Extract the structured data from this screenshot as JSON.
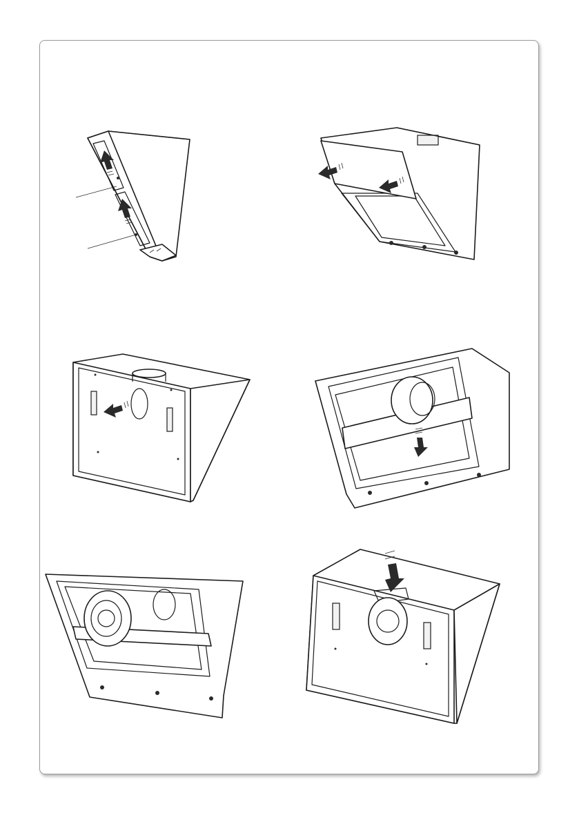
{
  "page": {
    "frame_color": "#9a9a9a",
    "background": "#ffffff",
    "line_color": "#1b1b1b"
  },
  "figures": [
    {
      "id": "fig-1",
      "subject": "hood-filter-removal",
      "icons": [
        "arrow-up-icon",
        "arrow-up-icon"
      ]
    },
    {
      "id": "fig-2",
      "subject": "hood-panel-removal",
      "icons": [
        "arrow-left-icon",
        "arrow-left-icon"
      ]
    },
    {
      "id": "fig-3",
      "subject": "hood-back-panel",
      "icons": [
        "arrow-left-icon"
      ]
    },
    {
      "id": "fig-4",
      "subject": "hood-motor-bracket",
      "icons": [
        "arrow-down-icon"
      ]
    },
    {
      "id": "fig-5",
      "subject": "hood-motor-mounted",
      "icons": []
    },
    {
      "id": "fig-6",
      "subject": "hood-motor-insert",
      "icons": [
        "arrow-down-icon"
      ]
    }
  ]
}
